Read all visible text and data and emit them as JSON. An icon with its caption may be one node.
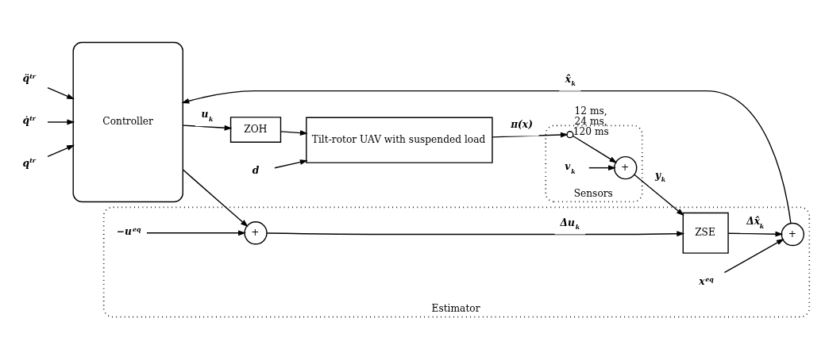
{
  "diagram": {
    "nodes": [
      {
        "text": [
          "q̈$^{tr}$"
        ]
      },
      {
        "text": [
          "q̇$^{tr}$"
        ]
      },
      {
        "text": [
          "q$^{tr}$"
        ]
      },
      {
        "text": [
          "Controller"
        ]
      },
      {
        "text": [
          "ZOH"
        ]
      },
      {
        "text": [
          "d"
        ]
      },
      {
        "text": [
          "Tilt-rotor UAV with suspended load"
        ]
      },
      {
        "text": [
          "Estimator"
        ]
      },
      {
        "text": [
          "−u$^{eq}$"
        ],
        "in": 7
      },
      {
        "text": [
          "+"
        ],
        "in": 7
      },
      {
        "text": [
          "x$^{eq}$"
        ],
        "in": 7
      },
      {
        "text": [
          "+"
        ],
        "in": 7
      },
      {
        "text": [
          "ZSE"
        ],
        "in": 7
      },
      {
        "text": [
          "Sensors"
        ]
      },
      {
        "text": [],
        "shape": "switch",
        "in": 13,
        "beside": [
          "12 ms, 24 ms, 120 ms"
        ]
      },
      {
        "text": [
          "+"
        ],
        "in": 13
      },
      {
        "text": [
          "v$_{k}$"
        ],
        "in": 13
      }
    ],
    "edges": [
      {
        "from": 0,
        "to": 3,
        "arrow": "to"
      },
      {
        "from": 1,
        "to": 3,
        "arrow": "to"
      },
      {
        "from": 2,
        "to": 3,
        "arrow": "to"
      },
      {
        "from": 3,
        "to": 4,
        "arrow": "to",
        "label": "u$_{k}$"
      },
      {
        "from": 3,
        "to": 9,
        "arrow": "to"
      },
      {
        "from": 4,
        "to": 6,
        "arrow": "to"
      },
      {
        "from": 5,
        "to": 6,
        "arrow": "to"
      },
      {
        "from": 6,
        "to": 14,
        "arrow": "to",
        "label": "π(x)"
      },
      {
        "from": 14,
        "to": 15,
        "arrow": "to"
      },
      {
        "from": 16,
        "to": 15,
        "arrow": "to"
      },
      {
        "from": 15,
        "to": 12,
        "arrow": "to",
        "label": "y$_{k}$"
      },
      {
        "from": 8,
        "to": 9,
        "arrow": "to"
      },
      {
        "from": 9,
        "to": 12,
        "arrow": "to",
        "label": "Δu$_{k}$"
      },
      {
        "from": 12,
        "to": 11,
        "arrow": "to",
        "label": "Δx̂$_{k}$"
      },
      {
        "from": 10,
        "to": 11,
        "arrow": "to"
      },
      {
        "from": 11,
        "to": 3,
        "arrow": "to",
        "label": "x̂$_{k}$"
      }
    ]
  }
}
